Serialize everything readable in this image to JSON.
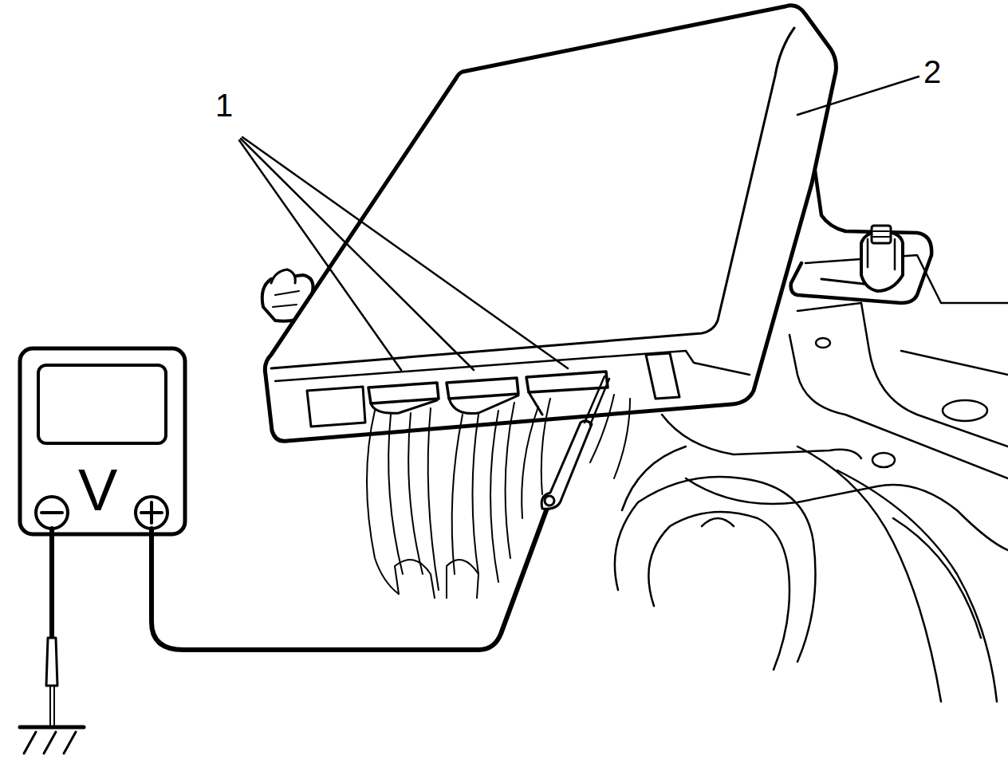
{
  "diagram": {
    "labels": [
      "1",
      "2",
      "V"
    ]
  }
}
